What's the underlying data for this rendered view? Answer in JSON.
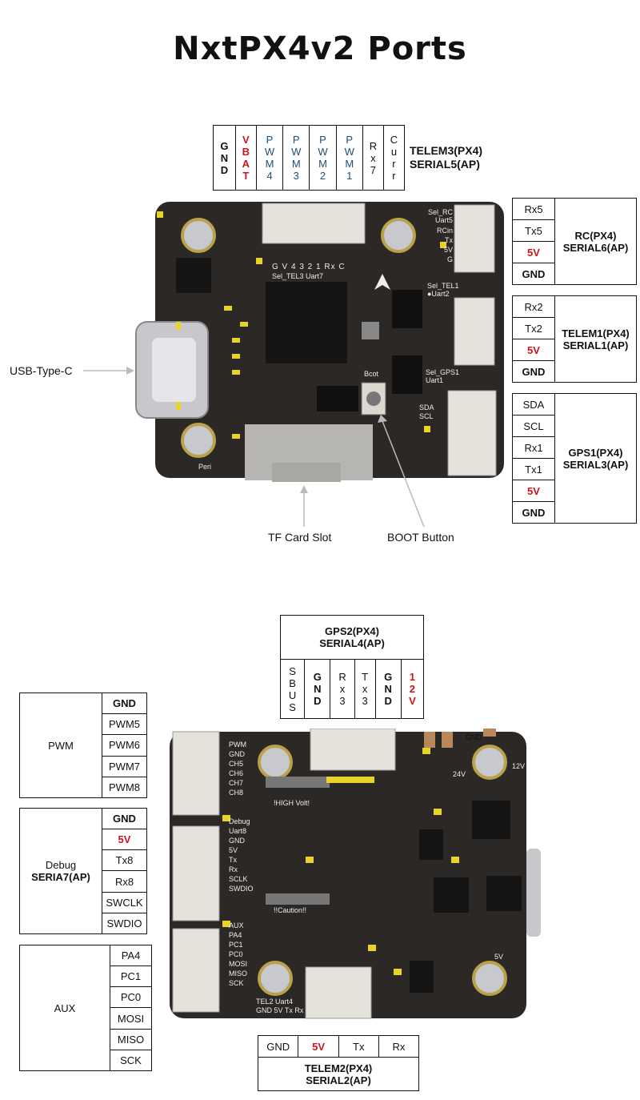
{
  "title": "NxtPX4v2 Ports",
  "colors": {
    "red": "#c8161d",
    "blue": "#1b4f7a",
    "board": "#2a2724"
  },
  "top_connector": {
    "pins": [
      {
        "text": "GND",
        "style": "bold"
      },
      {
        "text": "VBAT",
        "style": "red"
      },
      {
        "text": "PWM4",
        "style": "blue"
      },
      {
        "text": "PWM3",
        "style": "blue"
      },
      {
        "text": "PWM2",
        "style": "blue"
      },
      {
        "text": "PWM1",
        "style": "blue"
      },
      {
        "text": "Rx7",
        "style": "normal"
      },
      {
        "text": "Curr",
        "style": "normal"
      }
    ],
    "label_line1": "TELEM3(PX4)",
    "label_line2": "SERIAL5(AP)"
  },
  "rc": {
    "pins": [
      "Rx5",
      "Tx5",
      "5V",
      "GND"
    ],
    "label_line1": "RC(PX4)",
    "label_line2": "SERIAL6(AP)"
  },
  "telem1": {
    "pins": [
      "Rx2",
      "Tx2",
      "5V",
      "GND"
    ],
    "label_line1": "TELEM1(PX4)",
    "label_line2": "SERIAL1(AP)"
  },
  "gps1": {
    "pins": [
      "SDA",
      "SCL",
      "Rx1",
      "Tx1",
      "5V",
      "GND"
    ],
    "label_line1": "GPS1(PX4)",
    "label_line2": "SERIAL3(AP)"
  },
  "callouts": {
    "usb": "USB-Type-C",
    "tf": "TF Card Slot",
    "boot": "BOOT Button"
  },
  "board_top_silk": {
    "sel_rc": "Sel_RC",
    "uart5": "Uart5",
    "rcin": "RCin",
    "tx": "Tx",
    "v5": "5V",
    "g": "G",
    "sel_tel1": "Sel_TEL1",
    "uart2": "●Uart2",
    "rx": "Rx",
    "sel_gps1": "Sel_GPS1",
    "uart1": "Uart1",
    "sda": "SDA",
    "scl": "SCL",
    "top_pins": "G V 4 3 2 1 Rx C",
    "sel_tel3": "Sel_TEL3 Uart7",
    "bcot": "Bcot",
    "peri": "Peri"
  },
  "gps2": {
    "label_line1": "GPS2(PX4)",
    "label_line2": "SERIAL4(AP)",
    "pins": [
      {
        "text": "SBUS",
        "style": "normal"
      },
      {
        "text": "GND",
        "style": "bold"
      },
      {
        "text": "Rx3",
        "style": "normal"
      },
      {
        "text": "Tx3",
        "style": "normal"
      },
      {
        "text": "GND",
        "style": "bold"
      },
      {
        "text": "12V",
        "style": "red"
      }
    ]
  },
  "pwm": {
    "label": "PWM",
    "pins": [
      "GND",
      "PWM5",
      "PWM6",
      "PWM7",
      "PWM8"
    ]
  },
  "debug": {
    "label_line1": "Debug",
    "label_line2": "SERIA7(AP)",
    "pins": [
      "GND",
      "5V",
      "Tx8",
      "Rx8",
      "SWCLK",
      "SWDIO"
    ]
  },
  "aux": {
    "label": "AUX",
    "pins": [
      "PA4",
      "PC1",
      "PC0",
      "MOSI",
      "MISO",
      "SCK"
    ]
  },
  "telem2": {
    "pins": [
      "GND",
      "5V",
      "Tx",
      "Rx"
    ],
    "label_line1": "TELEM2(PX4)",
    "label_line2": "SERIAL2(AP)"
  },
  "board_bottom_silk": {
    "pwm": "PWM",
    "gnd": "GND",
    "ch5": "CH5",
    "ch6": "CH6",
    "ch7": "CH7",
    "ch8": "CH8",
    "debug": "Debug",
    "uart8": "Uart8",
    "v5": "5V",
    "tx": "Tx",
    "rx": "Rx",
    "sclk": "SCLK",
    "swdio": "SWDIO",
    "aux": "AUX",
    "pa4": "PA4",
    "pc1": "PC1",
    "pc0": "PC0",
    "mosi": "MOSI",
    "miso": "MISO",
    "sck": "SCK",
    "tel2": "TEL2 Uart4",
    "tel2pins": "GND 5V Tx Rx",
    "high_volt": "!HIGH Volt!",
    "caution": "!!Caution!!",
    "v24": "24V",
    "v12": "12V",
    "gnd_r": "GND",
    "v5_r": "5V"
  }
}
